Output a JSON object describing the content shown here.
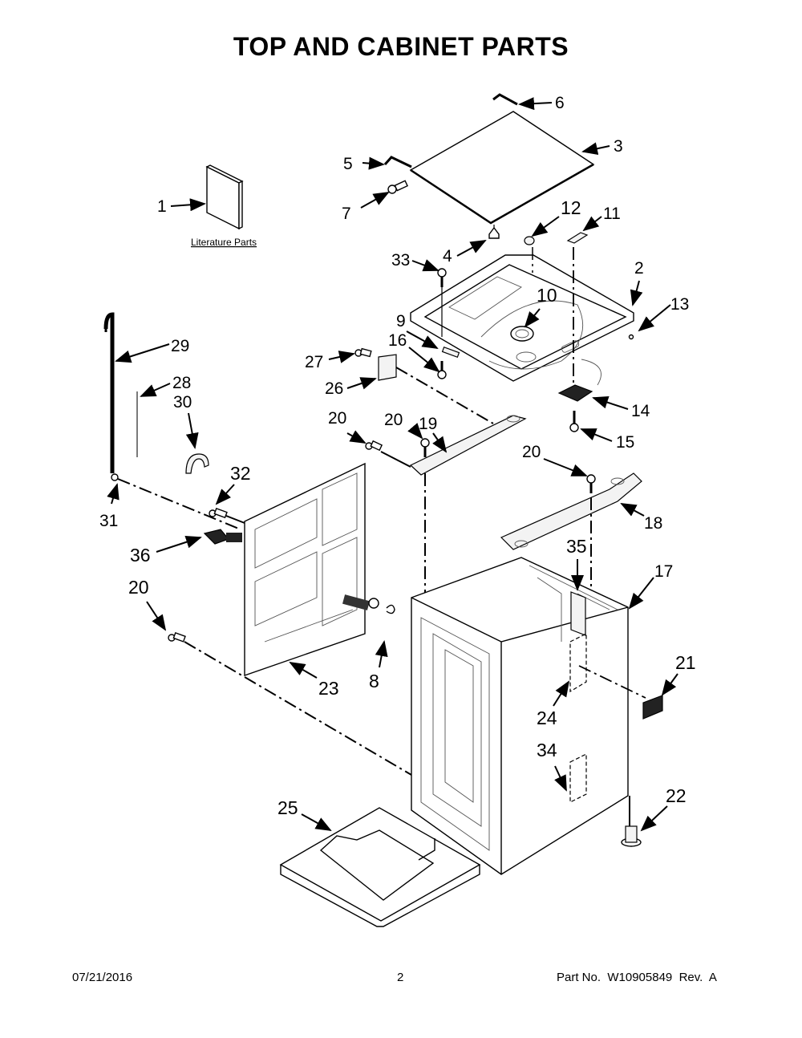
{
  "page": {
    "title": "TOP AND CABINET PARTS",
    "literature_label": "Literature Parts"
  },
  "callouts": {
    "c1": "1",
    "c2": "2",
    "c3": "3",
    "c4": "4",
    "c5": "5",
    "c6": "6",
    "c7": "7",
    "c8": "8",
    "c9": "9",
    "c10": "10",
    "c11": "11",
    "c12": "12",
    "c13": "13",
    "c14": "14",
    "c15": "15",
    "c16": "16",
    "c17": "17",
    "c18": "18",
    "c19": "19",
    "c20": "20",
    "c21": "21",
    "c22": "22",
    "c23": "23",
    "c24": "24",
    "c25": "25",
    "c26": "26",
    "c27": "27",
    "c28": "28",
    "c29": "29",
    "c30": "30",
    "c31": "31",
    "c32": "32",
    "c33": "33",
    "c34": "34",
    "c35": "35",
    "c36": "36"
  },
  "footer": {
    "date": "07/21/2016",
    "page_number": "2",
    "part_number": "Part No.  W10905849  Rev.  A"
  }
}
